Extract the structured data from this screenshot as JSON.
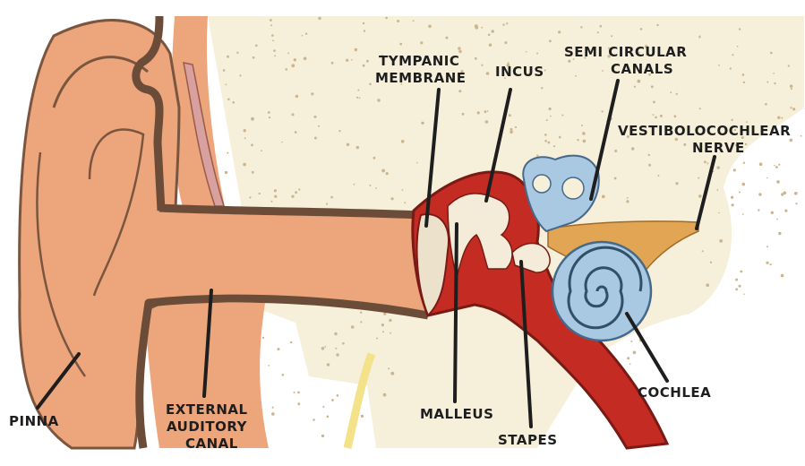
{
  "labels": {
    "pinna": "PINNA",
    "external_canal_1": "EXTERNAL",
    "external_canal_2": "AUDITORY",
    "external_canal_3": "CANAL",
    "tympanic_1": "TYMPANIC",
    "tympanic_2": "MEMBRANE",
    "incus": "INCUS",
    "semicircular_1": "SEMI CIRCULAR",
    "semicircular_2": "CANALS",
    "vestibulo_1": "VESTIBOLOCOCHLEAR",
    "vestibulo_2": "NERVE",
    "cochlea": "COCHLEA",
    "malleus": "MALLEUS",
    "stapes": "STAPES"
  },
  "colors": {
    "skin": "#eda57c",
    "skin_dark": "#7a5640",
    "bone": "#f6efd9",
    "bone_dots": "#cbb58f",
    "middle_ear": "#c42b22",
    "ossicles": "#f4ecd8",
    "inner_ear": "#a9c8e2",
    "nerve": "#e1a554",
    "membrane": "#ece2cc",
    "line": "#1e1e1e"
  }
}
